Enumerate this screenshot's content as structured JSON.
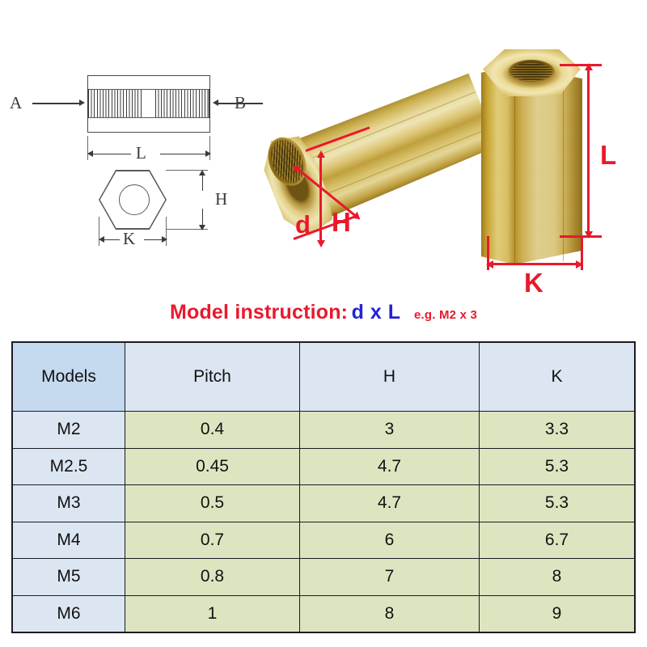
{
  "drawing": {
    "section_labels": {
      "left": "A",
      "right": "B"
    },
    "length_label": "L",
    "hex_width_label": "K",
    "hex_height_label": "H"
  },
  "photo": {
    "labels": {
      "bore_diameter": "d",
      "across_flats_side": "H",
      "length": "L",
      "across_flats_front": "K"
    }
  },
  "instruction": {
    "prefix": "Model instruction:",
    "formula": "d x L",
    "example": "e.g. M2 x 3"
  },
  "colors": {
    "instruction_red": "#e8192c",
    "formula_blue": "#2323d8",
    "header_models_bg": "#c5d9ef",
    "header_bg": "#dce6f2",
    "model_cell_bg": "#dce6f2",
    "value_cell_bg": "#dde5c0",
    "brass_light": "#efe5b2",
    "brass_mid": "#d9c068",
    "brass_dark": "#8d6e18"
  },
  "table": {
    "headers": [
      "Models",
      "Pitch",
      "H",
      "K"
    ],
    "rows": [
      {
        "model": "M2",
        "pitch": "0.4",
        "h": "3",
        "k": "3.3"
      },
      {
        "model": "M2.5",
        "pitch": "0.45",
        "h": "4.7",
        "k": "5.3"
      },
      {
        "model": "M3",
        "pitch": "0.5",
        "h": "4.7",
        "k": "5.3"
      },
      {
        "model": "M4",
        "pitch": "0.7",
        "h": "6",
        "k": "6.7"
      },
      {
        "model": "M5",
        "pitch": "0.8",
        "h": "7",
        "k": "8"
      },
      {
        "model": "M6",
        "pitch": "1",
        "h": "8",
        "k": "9"
      }
    ]
  }
}
